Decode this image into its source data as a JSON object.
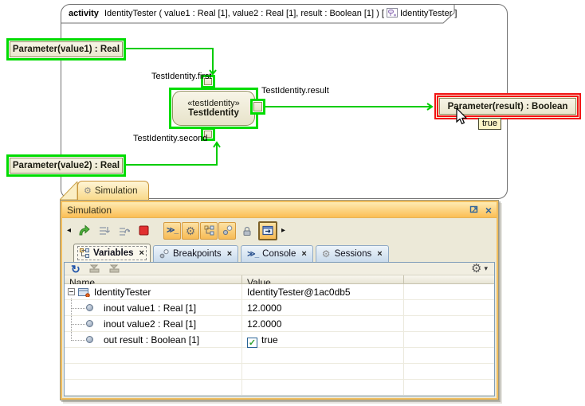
{
  "diagram": {
    "header": {
      "kind": "activity",
      "signature": "IdentityTester ( value1 : Real [1], value2 : Real [1], result : Boolean [1] ) [",
      "ref": "IdentityTester ]"
    },
    "nodes": {
      "param_value1": "Parameter(value1) : Real",
      "param_value2": "Parameter(value2) : Real",
      "param_result": "Parameter(result) : Boolean",
      "action_stereotype": "«testIdentity»",
      "action_name": "TestIdentity"
    },
    "pin_labels": {
      "first": "TestIdentity.first",
      "second": "TestIdentity.second",
      "result": "TestIdentity.result"
    },
    "tooltip": "true",
    "colors": {
      "active_highlight": "#00DC00",
      "result_highlight": "#F21212"
    }
  },
  "sim": {
    "window_tab": "Simulation",
    "title": "Simulation",
    "tabs": [
      {
        "label": "Variables",
        "active": true
      },
      {
        "label": "Breakpoints",
        "active": false
      },
      {
        "label": "Console",
        "active": false
      },
      {
        "label": "Sessions",
        "active": false
      }
    ],
    "table": {
      "columns": [
        "Name",
        "Value"
      ],
      "rows": [
        {
          "name": "IdentityTester",
          "value": "IdentityTester@1ac0db5"
        },
        {
          "name": "inout value1 : Real [1]",
          "value": "12.0000"
        },
        {
          "name": "inout value2 : Real [1]",
          "value": "12.0000"
        },
        {
          "name": "out result : Boolean [1]",
          "value": "true",
          "checked": true
        }
      ]
    }
  },
  "icons": {
    "left_overflow": "◂",
    "right_overflow": "▸",
    "gear": "⚙",
    "refresh": "↻",
    "caret": "▾",
    "close": "×",
    "console_glyph": "≫_",
    "check": "✓"
  }
}
